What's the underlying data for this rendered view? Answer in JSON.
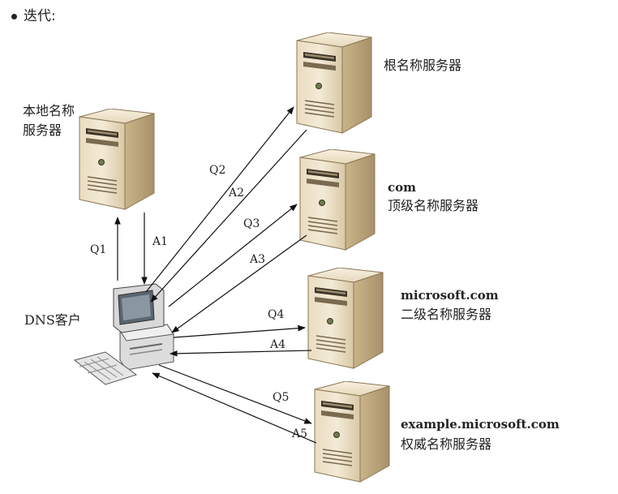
{
  "bullet": {
    "text": "迭代:"
  },
  "labels": {
    "local_server": [
      "本地名称",
      "服务器"
    ],
    "root_server": "根名称服务器",
    "com_server": [
      "com",
      "顶级名称服务器"
    ],
    "microsoft_server": [
      "microsoft.com",
      "二级名称服务器"
    ],
    "example_server": [
      "example.microsoft.com",
      "权威名称服务器"
    ],
    "dns_client": "DNS客户"
  },
  "messages": {
    "q1": "Q1",
    "a1": "A1",
    "q2": "Q2",
    "a2": "A2",
    "q3": "Q3",
    "a3": "A3",
    "q4": "Q4",
    "a4": "A4",
    "q5": "Q5",
    "a5": "A5"
  }
}
